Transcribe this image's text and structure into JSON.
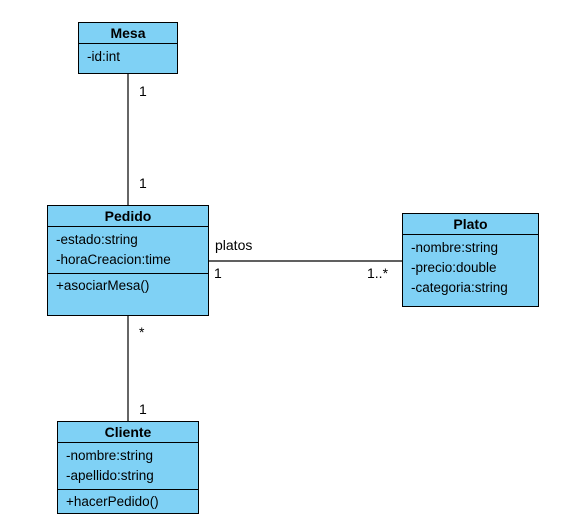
{
  "classes": {
    "mesa": {
      "name": "Mesa",
      "attributes": [
        "-id:int"
      ],
      "operations": []
    },
    "pedido": {
      "name": "Pedido",
      "attributes": [
        "-estado:string",
        "-horaCreacion:time"
      ],
      "operations": [
        "+asociarMesa()"
      ]
    },
    "plato": {
      "name": "Plato",
      "attributes": [
        "-nombre:string",
        "-precio:double",
        "-categoria:string"
      ],
      "operations": []
    },
    "cliente": {
      "name": "Cliente",
      "attributes": [
        "-nombre:string",
        "-apellido:string"
      ],
      "operations": [
        "+hacerPedido()"
      ]
    }
  },
  "associations": {
    "mesa_pedido": {
      "mesa_end": "1",
      "pedido_end": "1"
    },
    "pedido_plato": {
      "role": "platos",
      "pedido_end": "1",
      "plato_end": "1..*"
    },
    "pedido_cliente": {
      "pedido_end": "*",
      "cliente_end": "1"
    }
  },
  "colors": {
    "class_fill": "#7fd1f5",
    "line": "#000000"
  }
}
